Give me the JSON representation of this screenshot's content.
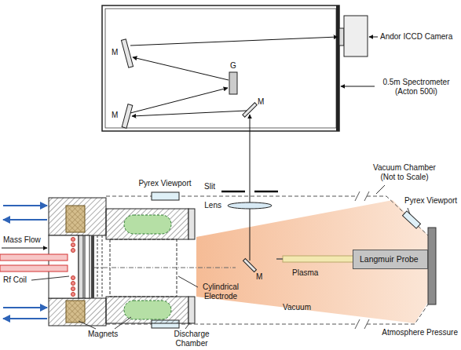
{
  "diagram": {
    "nodes": [
      {
        "text": [
          "Langmuir Probe"
        ]
      }
    ],
    "labels": [
      "M",
      "G",
      "M",
      "M",
      "Andor ICCD Camera",
      "0.5m Spectrometer (Acton 500i)",
      "Vacuum Chamber (Not to Scale)",
      "Pyrex Viewport",
      "Slit",
      "Lens",
      "Pyrex Viewport",
      "Mass Flow",
      "Rf Coil",
      "M",
      "Plasma",
      "Cylindrical Electrode",
      "Vacuum",
      "Atmosphere Pressure",
      "Magnets",
      "Discharge Chamber"
    ]
  }
}
